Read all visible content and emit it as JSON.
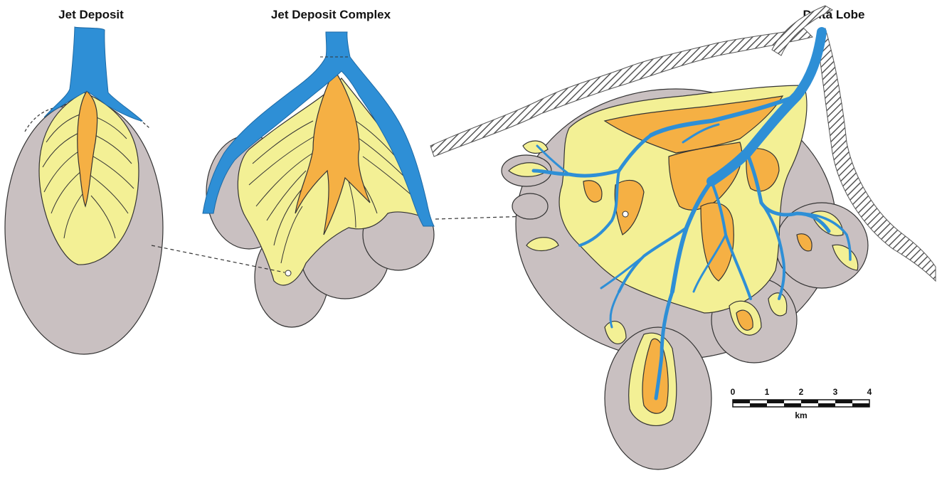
{
  "titles": {
    "jet_deposit": "Jet Deposit",
    "jet_deposit_complex": "Jet Deposit Complex",
    "delta_lobe": "Delta Lobe"
  },
  "scale_bar": {
    "ticks": [
      "0",
      "1",
      "2",
      "3",
      "4"
    ],
    "unit": "km"
  },
  "colors": {
    "channel": "#2e8fd6",
    "inner_bar": "#f5b044",
    "outer_bar": "#f3f095",
    "prodelta": "#c9c0c1",
    "shoreline_hatch": "#555555"
  }
}
